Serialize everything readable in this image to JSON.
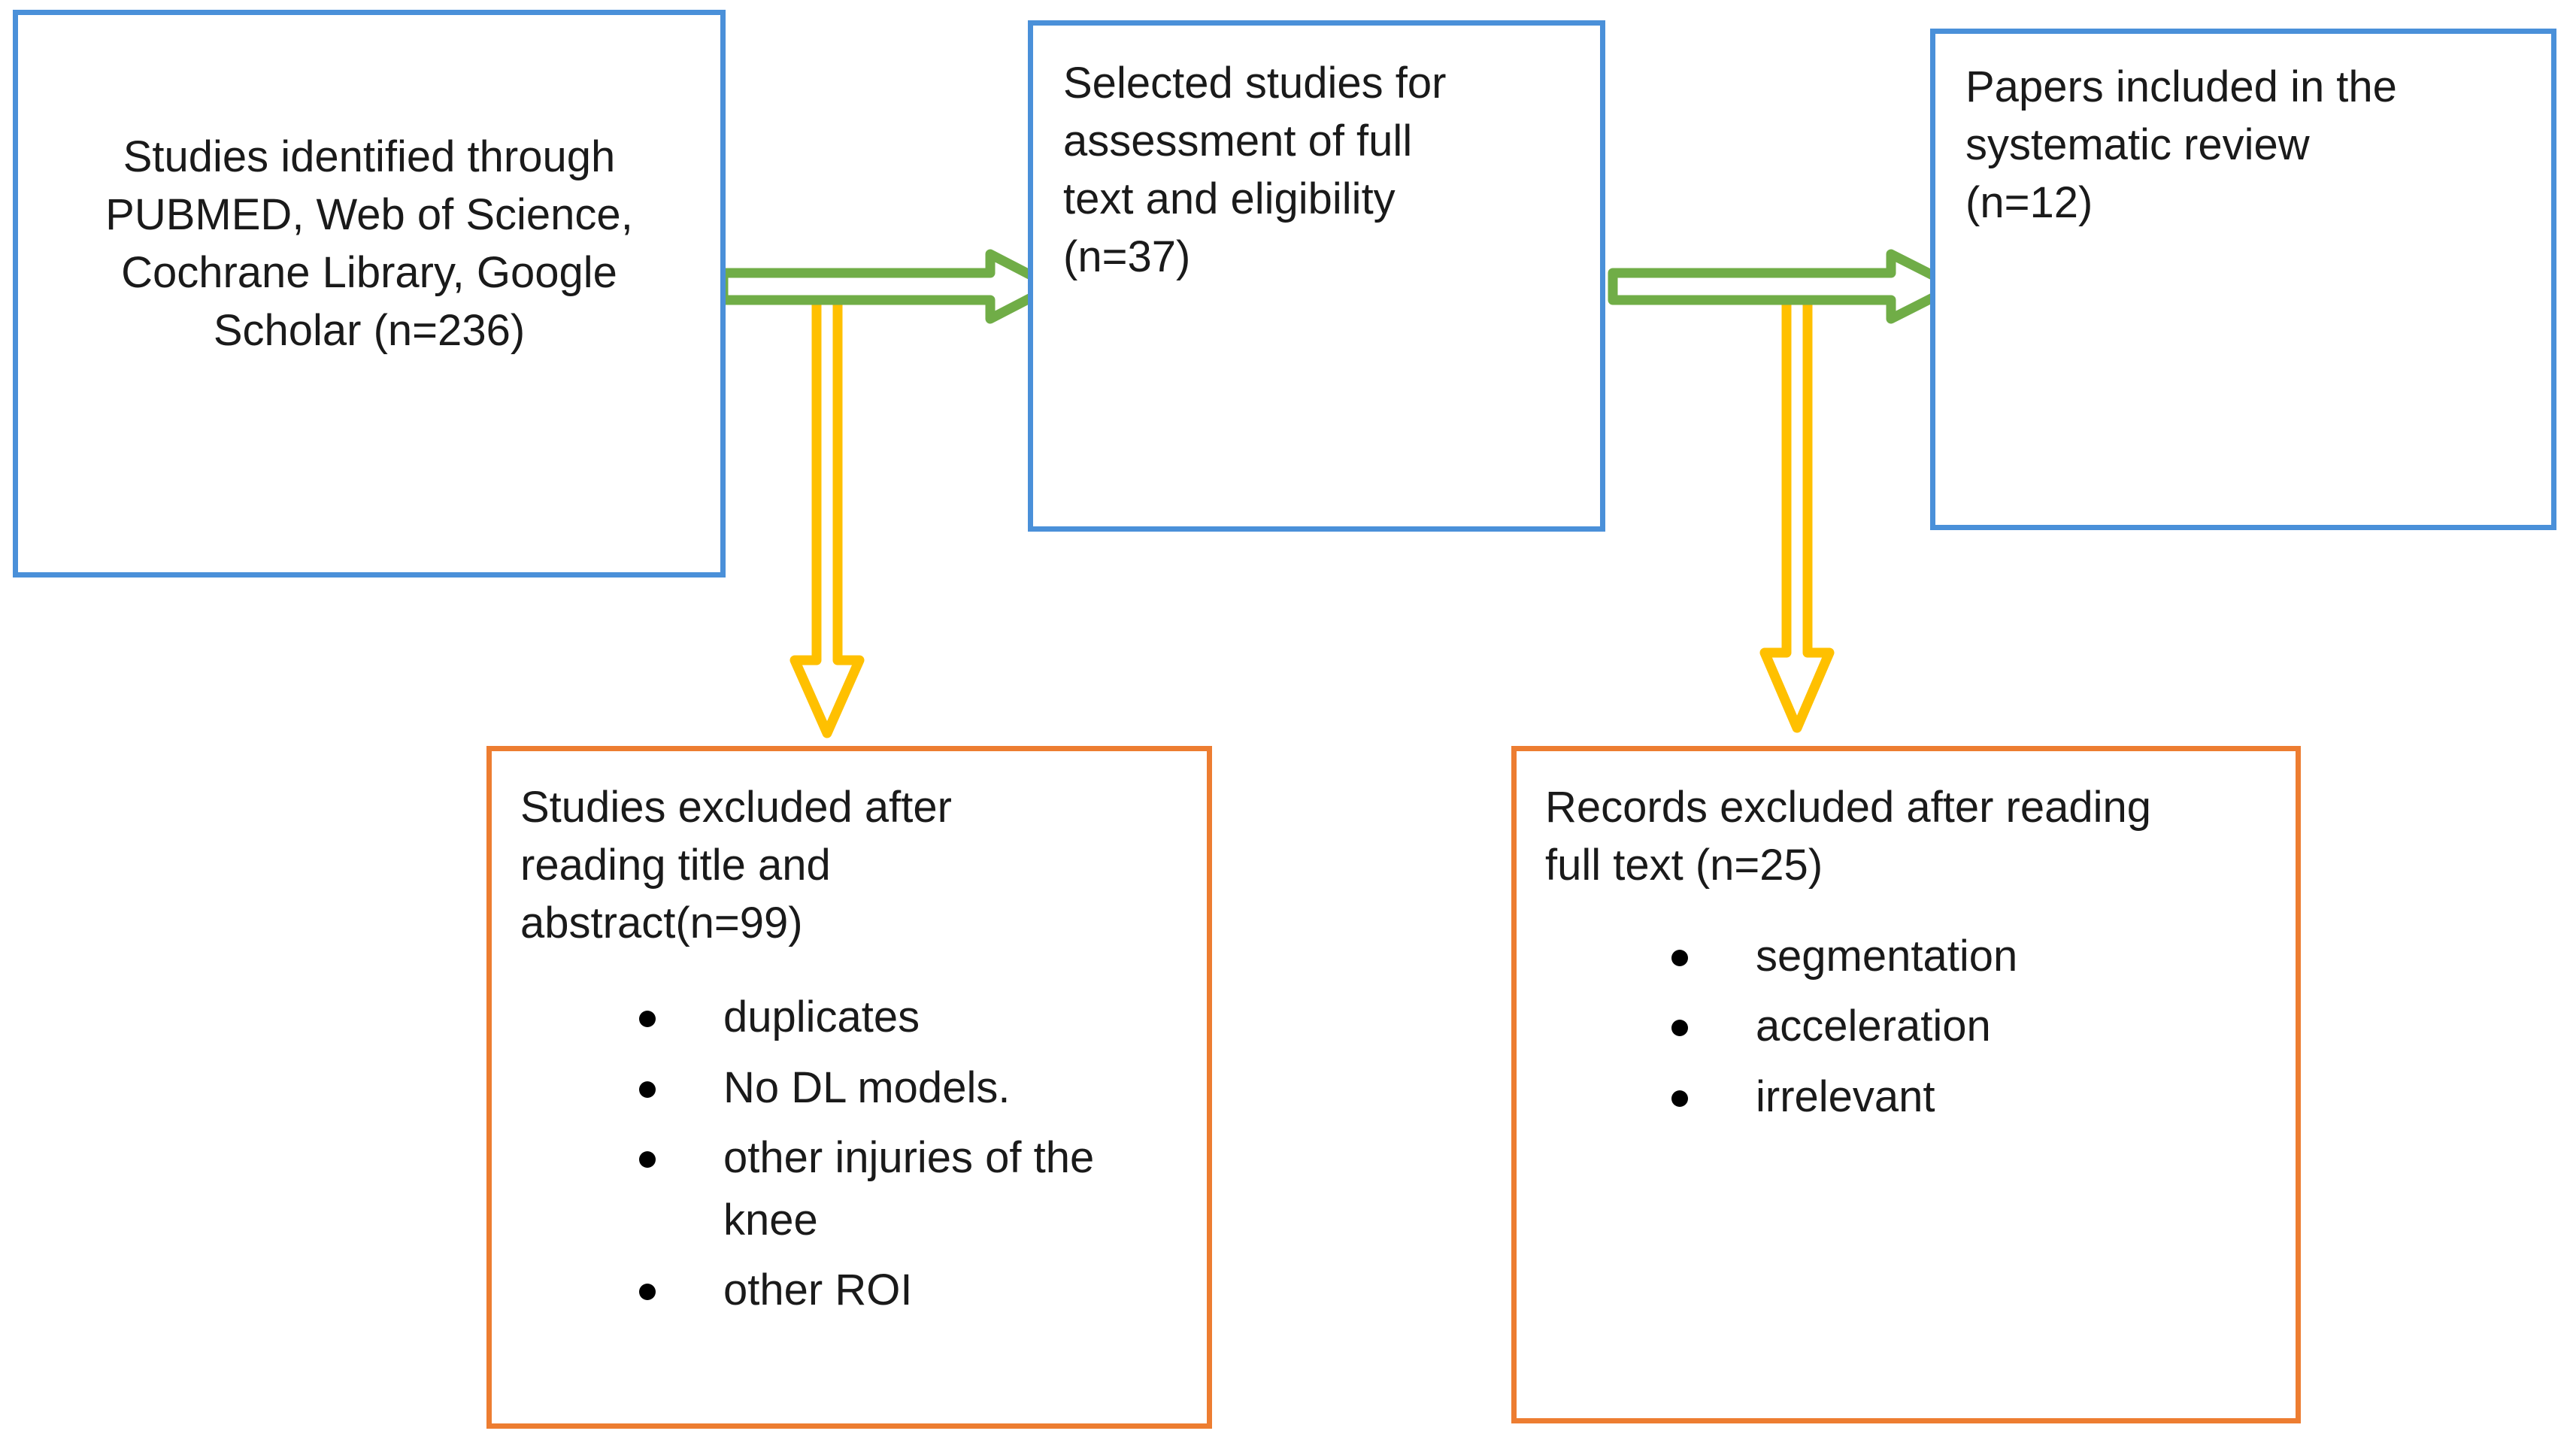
{
  "diagram": {
    "type": "prisma-flow-diagram",
    "colors": {
      "identification_box_border": "#4A90D9",
      "exclusion_box_border": "#ED7D31",
      "flow_arrow": "#70AD47",
      "exclusion_arrow": "#FFC000",
      "text": "#1a1a1a",
      "background": "#ffffff"
    },
    "nodes": {
      "identified": {
        "text": "Studies identified through\nPUBMED, Web of Science,\nCochrane Library, Google\nScholar (n=236)",
        "count": 236,
        "border_color": "#4A90D9"
      },
      "selected": {
        "text": " Selected studies for\nassessment of full\ntext and eligibility\n(n=37)",
        "count": 37,
        "border_color": "#4A90D9"
      },
      "included": {
        "text": "Papers included in the\nsystematic review\n(n=12)",
        "count": 12,
        "border_color": "#4A90D9"
      },
      "excluded_title_abstract": {
        "text": "Studies excluded after\nreading title and\nabstract(n=99)",
        "count": 99,
        "border_color": "#ED7D31",
        "reasons": [
          "duplicates",
          "No DL models.",
          "other injuries of the",
          "knee",
          "other ROI"
        ]
      },
      "excluded_full_text": {
        "text": "Records excluded after reading\nfull text (n=25)",
        "count": 25,
        "border_color": "#ED7D31",
        "reasons": [
          "segmentation",
          "acceleration",
          "irrelevant"
        ]
      }
    },
    "arrows": [
      {
        "name": "identified-to-selected",
        "direction": "right",
        "color": "#70AD47",
        "style": "outlined-block-arrow"
      },
      {
        "name": "selected-to-included",
        "direction": "right",
        "color": "#70AD47",
        "style": "outlined-block-arrow"
      },
      {
        "name": "identified-to-excluded-title-abstract",
        "direction": "down",
        "color": "#FFC000",
        "style": "outlined-block-arrow"
      },
      {
        "name": "selected-to-excluded-full-text",
        "direction": "down",
        "color": "#FFC000",
        "style": "outlined-block-arrow"
      }
    ]
  }
}
